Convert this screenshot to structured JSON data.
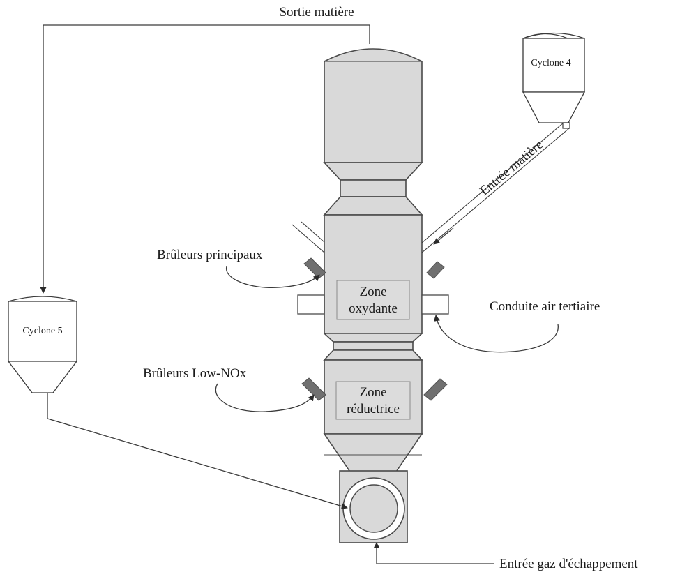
{
  "labels": {
    "sortie_matiere": "Sortie matière",
    "cyclone4": "Cyclone 4",
    "cyclone5": "Cyclone 5",
    "entree_matiere": "Entrée matière",
    "bruleurs_principaux": "Brûleurs principaux",
    "zone_oxydante_1": "Zone",
    "zone_oxydante_2": "oxydante",
    "conduite_air": "Conduite air tertiaire",
    "bruleurs_lownox": "Brûleurs Low-NOx",
    "zone_reductrice_1": "Zone",
    "zone_reductrice_2": "réductrice",
    "entree_gaz": "Entrée gaz d'échappement"
  },
  "colors": {
    "body": "#d9d9d9",
    "burner": "#707070",
    "stroke": "#3a3a3a"
  }
}
